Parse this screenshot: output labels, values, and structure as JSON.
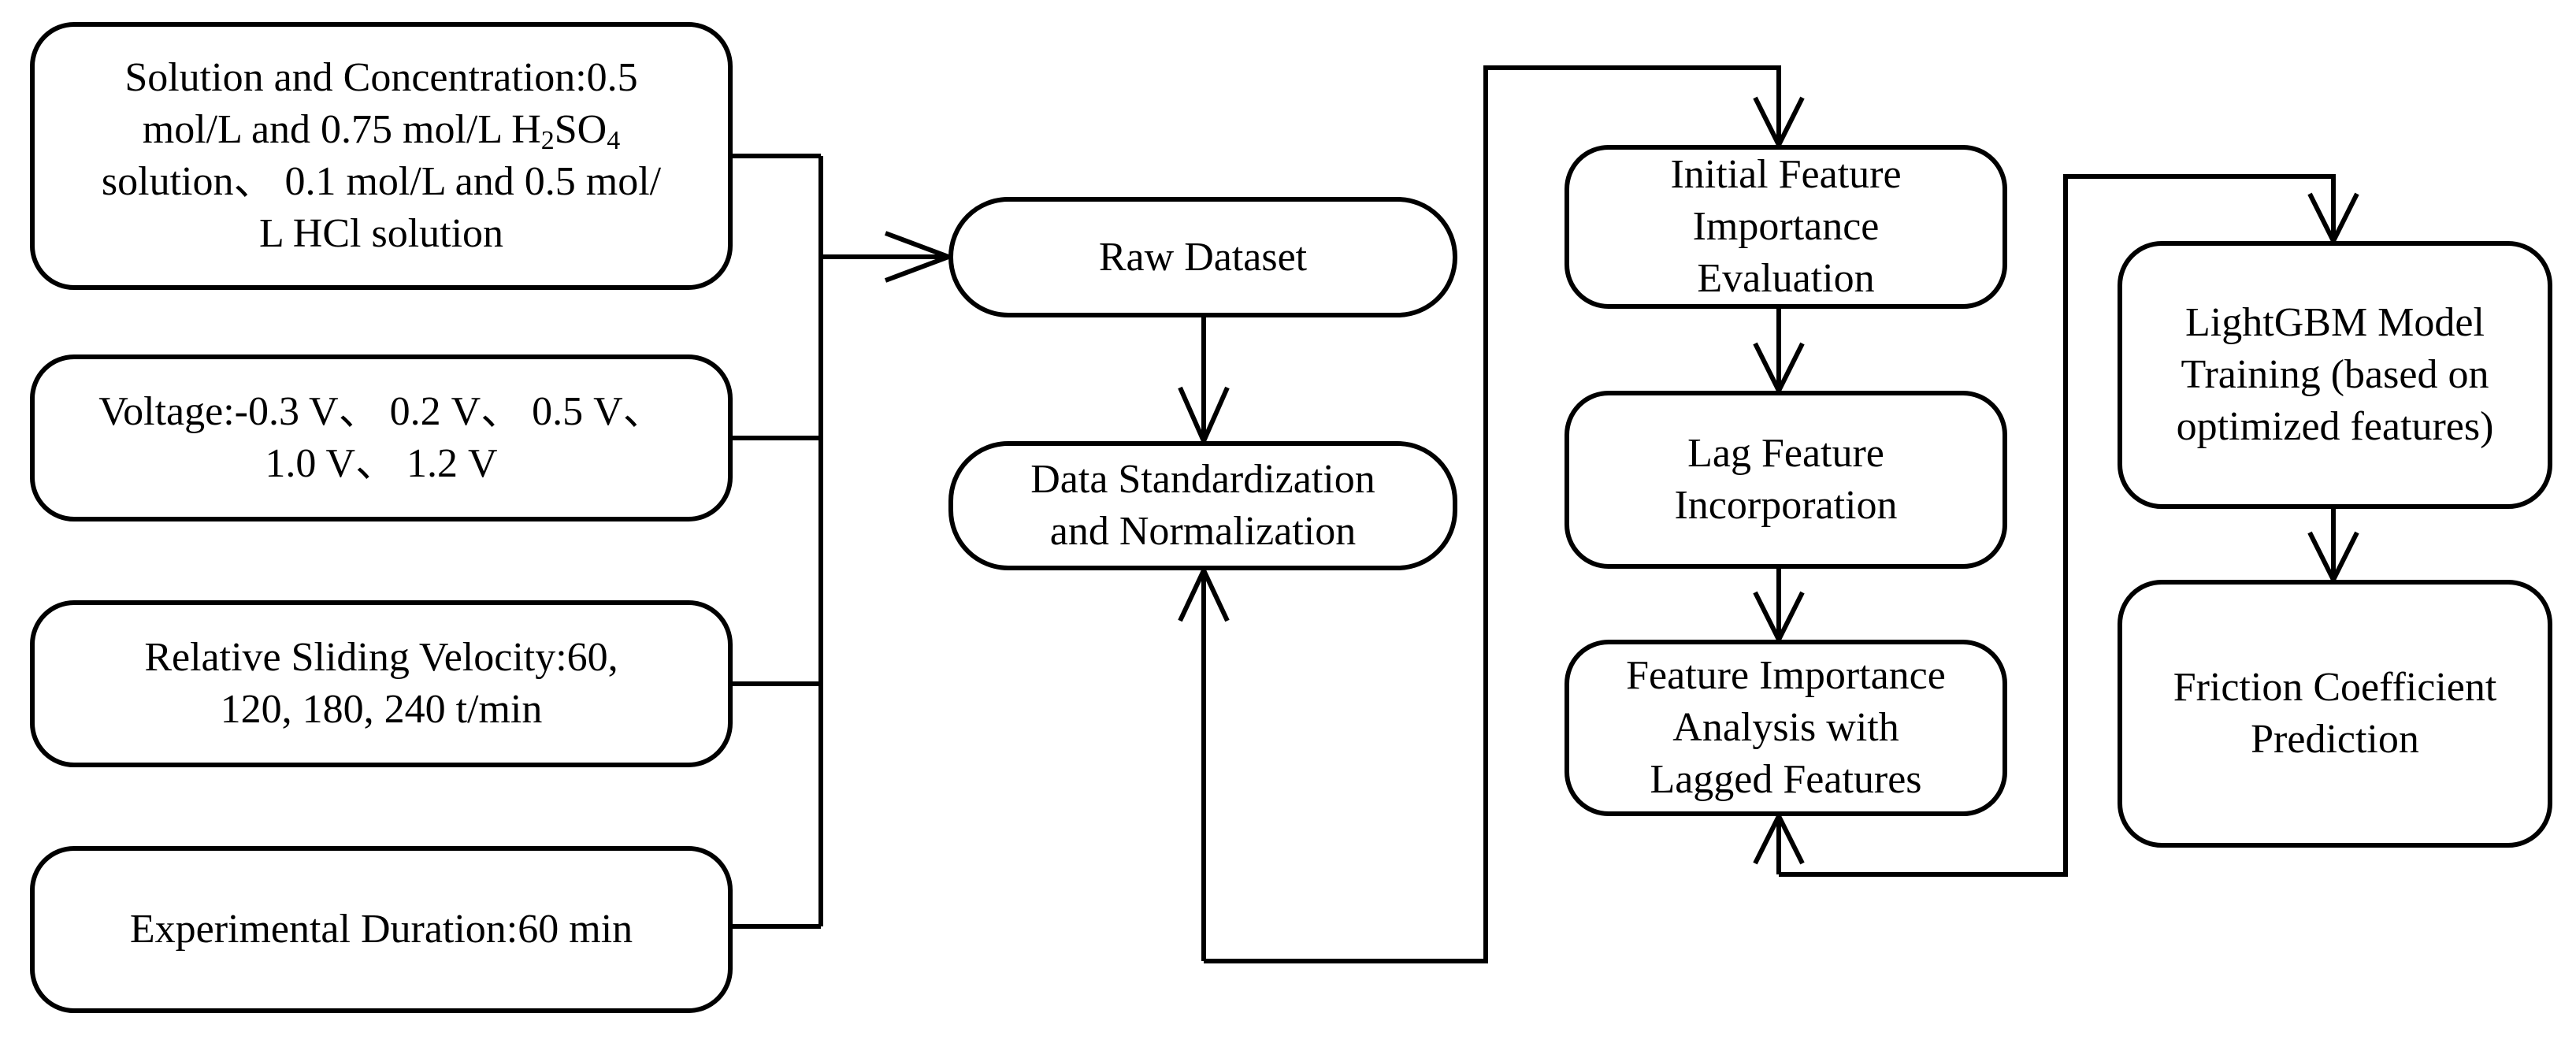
{
  "inputs": {
    "solution": {
      "lines": [
        "Solution and Concentration:0.5",
        "mol/L and 0.75 mol/L H",
        "solution、 0.1 mol/L and 0.5 mol/",
        "L HCl solution"
      ],
      "h2so4_sub1": "2",
      "h2so4_mid": "SO",
      "h2so4_sub2": "4"
    },
    "voltage": {
      "lines": [
        "Voltage:-0.3 V、 0.2 V、 0.5 V、",
        "1.0 V、 1.2 V"
      ]
    },
    "velocity": {
      "lines": [
        "Relative Sliding Velocity:60,",
        "120, 180, 240 t/min"
      ]
    },
    "duration": {
      "lines": [
        "Experimental Duration:60 min"
      ]
    }
  },
  "steps": {
    "raw_dataset": {
      "lines": [
        "Raw Dataset"
      ]
    },
    "standardization": {
      "lines": [
        "Data Standardization",
        "and Normalization"
      ]
    },
    "initial_importance": {
      "lines": [
        "Initial Feature",
        "Importance",
        "Evaluation"
      ]
    },
    "lag_feature": {
      "lines": [
        "Lag Feature",
        "Incorporation"
      ]
    },
    "lagged_analysis": {
      "lines": [
        "Feature Importance",
        "Analysis with",
        "Lagged Features"
      ]
    },
    "lightgbm": {
      "lines": [
        "LightGBM Model",
        "Training (based on",
        "optimized features)"
      ]
    },
    "prediction": {
      "lines": [
        "Friction Coefficient",
        "Prediction"
      ]
    }
  },
  "style": {
    "stroke": "#000000",
    "fill": "#ffffff"
  }
}
